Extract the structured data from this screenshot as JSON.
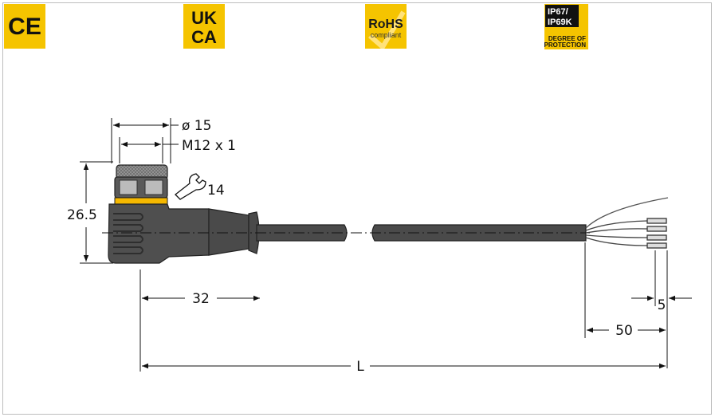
{
  "badges": {
    "ce": "CE",
    "ukca_line1": "UK",
    "ukca_line2": "CA",
    "rohs_title": "RoHS",
    "rohs_sub": "compliant",
    "ip_line1": "IP67/",
    "ip_line2": "IP69K",
    "ip_line3": "DEGREE OF",
    "ip_line4": "PROTECTION"
  },
  "dimensions": {
    "diameter": "ø 15",
    "thread": "M12 x 1",
    "wrench": "14",
    "height": "26.5",
    "length_32": "32",
    "length_5": "5",
    "length_50": "50",
    "length_L": "L"
  },
  "colors": {
    "badge_yellow": "#f5c400",
    "cable": "#4a4a4a",
    "dimension_line": "#111111"
  }
}
